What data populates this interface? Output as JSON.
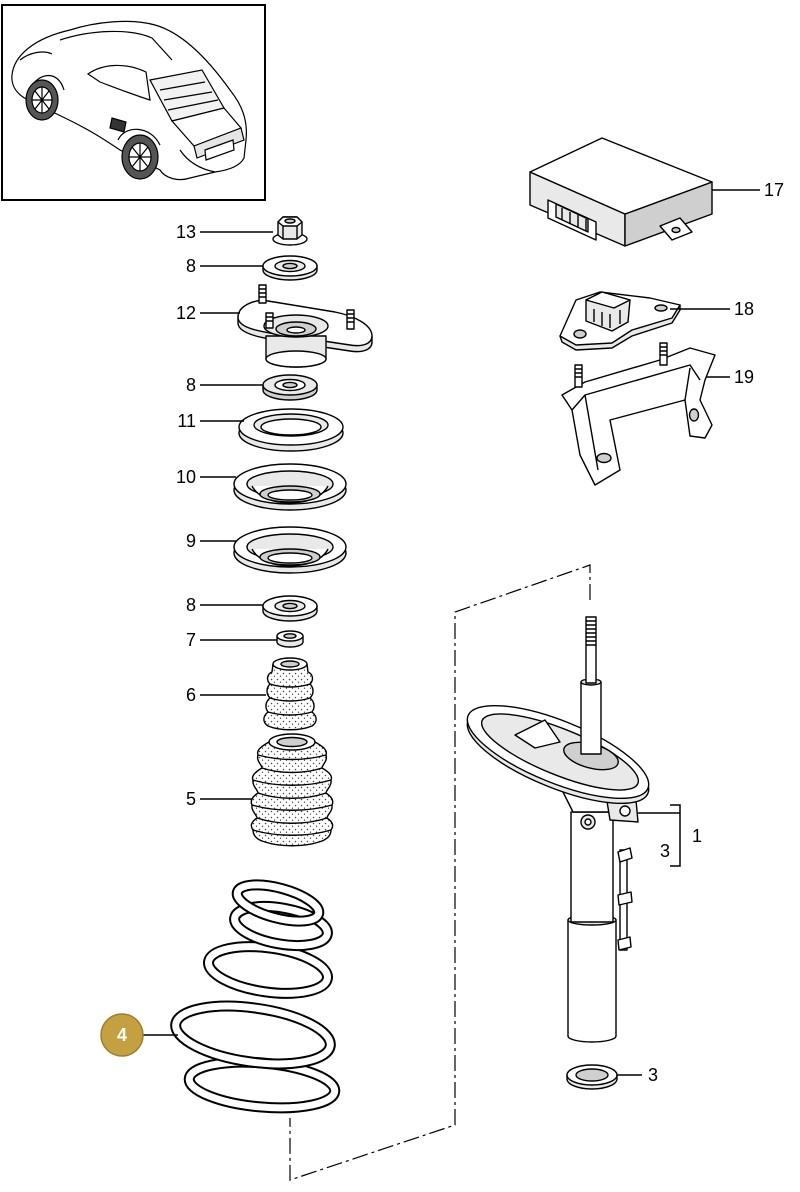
{
  "callouts": {
    "left": [
      "13",
      "8",
      "12",
      "8",
      "11",
      "10",
      "9",
      "8",
      "7",
      "6",
      "5"
    ],
    "selected": "4",
    "right": [
      "17",
      "18",
      "19"
    ],
    "strut_bracket": [
      "3",
      "1"
    ],
    "bottom": "3"
  },
  "colors": {
    "selected_callout": "#C4A040",
    "selected_callout_border": "#9C7E2C",
    "selected_callout_text": "#FFFFFF",
    "lines": "#000000"
  }
}
